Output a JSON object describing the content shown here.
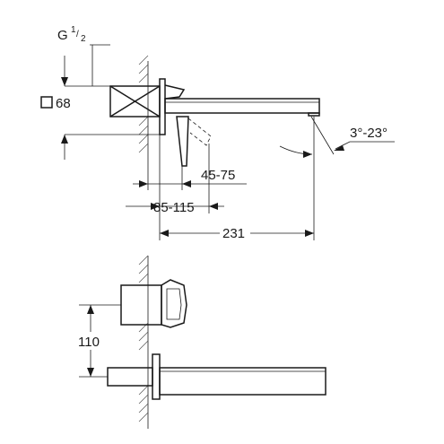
{
  "labels": {
    "thread_main": "G",
    "thread_frac_num": "1",
    "thread_frac_den": "2",
    "rosette_size": "68",
    "wall_depth": "45-75",
    "mixer_depth": "85-115",
    "spout_projection": "231",
    "swivel_angle": "3°-23°",
    "spout_height": "110"
  },
  "icons": {
    "square_symbol": "square-outline-icon"
  }
}
